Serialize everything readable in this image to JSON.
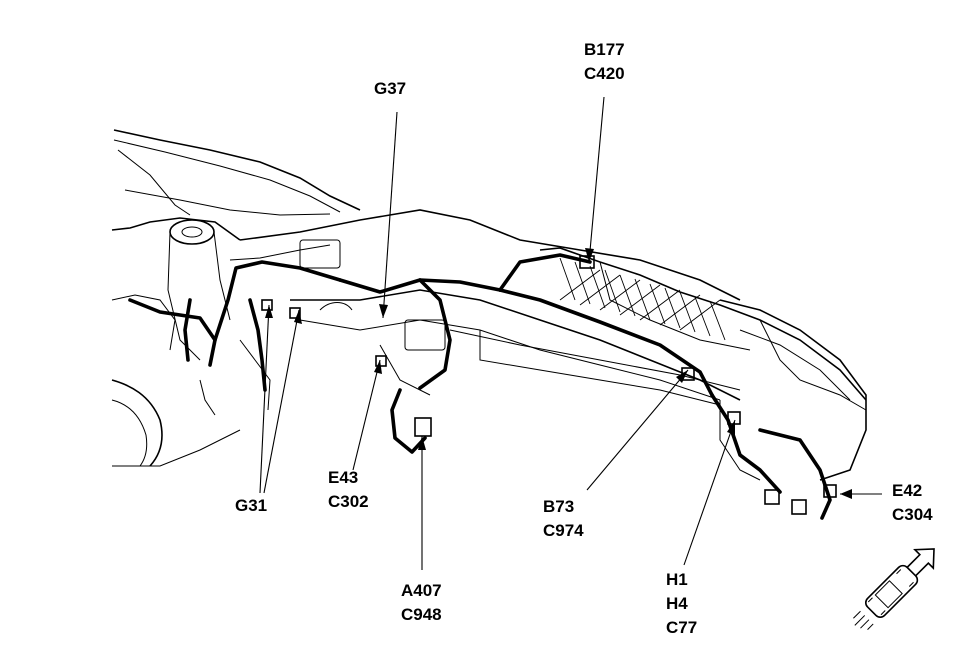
{
  "callouts": [
    {
      "id": "b177-c420",
      "lines": [
        "B177",
        "C420"
      ]
    },
    {
      "id": "g37",
      "lines": [
        "G37"
      ]
    },
    {
      "id": "g31",
      "lines": [
        "G31"
      ]
    },
    {
      "id": "e43-c302",
      "lines": [
        "E43",
        "C302"
      ]
    },
    {
      "id": "a407-c948",
      "lines": [
        "A407",
        "C948"
      ]
    },
    {
      "id": "b73-c974",
      "lines": [
        "B73",
        "C974"
      ]
    },
    {
      "id": "h1-h4-c77",
      "lines": [
        "H1",
        "H4",
        "C77"
      ]
    },
    {
      "id": "e42-c304",
      "lines": [
        "E42",
        "C304"
      ]
    }
  ],
  "icons": {
    "orientation": "vehicle-front-arrow-icon"
  },
  "colors": {
    "ink": "#000000",
    "background": "#ffffff"
  }
}
